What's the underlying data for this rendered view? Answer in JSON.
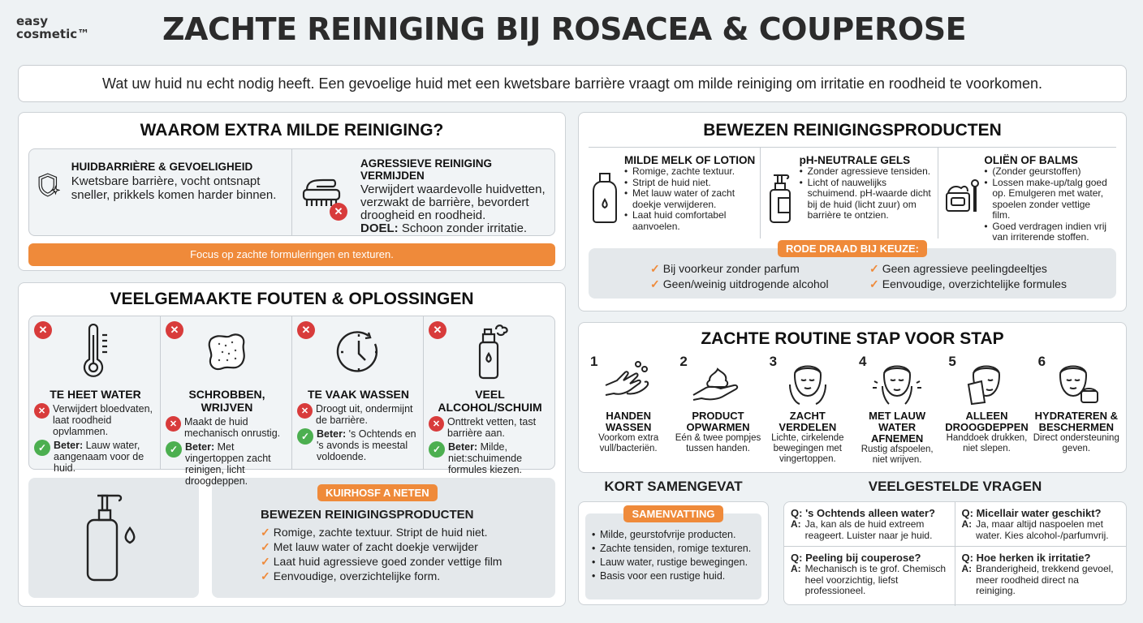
{
  "header": {
    "logo_line1": "easy",
    "logo_line2": "cosmetic™",
    "title": "ZACHTE REINIGING BIJ ROSACEA & COUPEROSE",
    "intro": "Wat uw huid nu echt nodig heeft. Een gevoelige huid met een kwetsbare barrière vraagt om milde reiniging om irritatie en roodheid te voorkomen."
  },
  "why": {
    "title": "WAAROM EXTRA MILDE REINIGING?",
    "items": [
      {
        "icon": "shield-sparkle-icon",
        "title": "HUIDBARRIÈRE & GEVOELIGHEID",
        "text": "Kwetsbare barrière, vocht ontsnapt sneller, prikkels komen harder binnen."
      },
      {
        "icon": "brush-x-icon",
        "title": "AGRESSIEVE REINIGING VERMIJDEN",
        "text": "Verwijdert waardevolle huidvetten, verzwakt de barrière, bevordert droogheid en roodheid.",
        "goal_label": "DOEL:",
        "goal_text": "Schoon zonder irritatie."
      }
    ],
    "focus_bar": "Focus op zachte formuleringen en texturen."
  },
  "mistakes": {
    "title": "VEELGEMAAKTE FOUTEN & OPLOSSINGEN",
    "items": [
      {
        "icon": "thermometer-icon",
        "title": "TE HEET WATER",
        "bad": "Verwijdert bloedvaten, laat roodheid opvlammen.",
        "better_label": "Beter:",
        "better": "Lauw water, aangenaam voor de huid."
      },
      {
        "icon": "sponge-icon",
        "title": "SCHROBBEN, WRIJVEN",
        "bad": "Maakt de huid mechanisch onrustig.",
        "better_label": "Beter:",
        "better": "Met vingertoppen zacht reinigen, licht droogdeppen."
      },
      {
        "icon": "clock-icon",
        "title": "TE VAAK WASSEN",
        "bad": "Droogt uit, ondermijnt de barrière.",
        "better_label": "Beter:",
        "better": "'s Ochtends en 's avonds is meestal voldoende."
      },
      {
        "icon": "spray-bottle-icon",
        "title": "VEEL ALCOHOL/SCHUIM",
        "bad": "Onttrekt vetten, tast barrière aan.",
        "better_label": "Beter:",
        "better": "Milde, niet:schuimende formules kiezen."
      }
    ]
  },
  "bottom_left": {
    "badge": "KUIRHOSF A NETEN",
    "title": "BEWEZEN REINIGINGSPRODUCTEN",
    "items": [
      "Romige, zachte textuur. Stript de huid niet.",
      "Met lauw water of zacht doekje verwijder",
      "Laat huid agressieve goed zonder vettige film",
      "Eenvoudige, overzichtelijke form."
    ]
  },
  "products": {
    "title": "BEWEZEN REINIGINGSPRODUCTEN",
    "columns": [
      {
        "icon": "lotion-bottle-icon",
        "title": "MILDE MELK OF LOTION",
        "bullets": [
          "Romige, zachte textuur.",
          "Stript de huid niet.",
          "Met lauw water of zacht doekje verwijderen.",
          "Laat huid comfortabel aanvoelen."
        ]
      },
      {
        "icon": "pump-bottle-icon",
        "title": "pH-NEUTRALE GELS",
        "bullets": [
          "Zonder agressieve tensiden.",
          "Licht of nauwelijks schuimend. pH-waarde dicht bij de huid (licht zuur) om barrière te ontzien."
        ]
      },
      {
        "icon": "balm-jar-icon",
        "title": "OLIËN OF BALMS",
        "bullets": [
          "(Zonder geurstoffen)",
          "Lossen make-up/talg goed op. Emulgeren met water, spoelen zonder vettige film.",
          "Goed verdragen indien vrij van irriterende stoffen."
        ]
      }
    ],
    "rule_badge": "RODE DRAAD BIJ KEUZE:",
    "rules": [
      "Bij voorkeur zonder parfum",
      "Geen agressieve peelingdeeltjes",
      "Geen/weinig uitdrogende alcohol",
      "Eenvoudige, overzichtelijke formules"
    ]
  },
  "routine": {
    "title": "ZACHTE ROUTINE STAP VOOR STAP",
    "steps": [
      {
        "num": "1",
        "icon": "hands-washing-icon",
        "title": "HANDEN WASSEN",
        "text": "Voorkom extra vull/bacteriën."
      },
      {
        "num": "2",
        "icon": "hand-foam-icon",
        "title": "PRODUCT OPWARMEN",
        "text": "Eén & twee pompjes tussen handen."
      },
      {
        "num": "3",
        "icon": "face-hands-icon",
        "title": "ZACHT VERDELEN",
        "text": "Lichte, cirkelende bewegingen met vingertoppen."
      },
      {
        "num": "4",
        "icon": "face-splash-icon",
        "title": "MET LAUW WATER AFNEMEN",
        "text": "Rustig afspoelen, niet wrijven."
      },
      {
        "num": "5",
        "icon": "face-towel-icon",
        "title": "ALLEEN DROOGDEPPEN",
        "text": "Handdoek drukken, niet slepen."
      },
      {
        "num": "6",
        "icon": "face-cream-icon",
        "title": "HYDRATEREN & BESCHERMEN",
        "text": "Direct ondersteuning geven."
      }
    ]
  },
  "summary": {
    "title": "KORT SAMENGEVAT",
    "badge": "SAMENVATTING",
    "items": [
      "Milde, geurstofvrije producten.",
      "Zachte tensiden, romige texturen.",
      "Lauw water, rustige bewegingen.",
      "Basis voor een rustige huid."
    ]
  },
  "faq": {
    "title": "VEELGESTELDE VRAGEN",
    "q_label": "Q:",
    "a_label": "A:",
    "items": [
      {
        "q": "'s Ochtends alleen water?",
        "a": "Ja, kan als de huid extreem reageert. Luister naar je huid."
      },
      {
        "q": "Micellair water geschikt?",
        "a": "Ja, maar altijd naspoelen met water. Kies alcohol-/parfumvrij."
      },
      {
        "q": "Peeling bij couperose?",
        "a": "Mechanisch is te grof. Chemisch heel voorzichtig, liefst professioneel."
      },
      {
        "q": "Hoe herken ik irritatie?",
        "a": "Branderigheid, trekkend gevoel, meer roodheid direct na reiniging."
      }
    ]
  },
  "colors": {
    "accent": "#ef8a3a",
    "error": "#d83b3b",
    "success": "#4caf50",
    "background": "#eef2f4"
  }
}
